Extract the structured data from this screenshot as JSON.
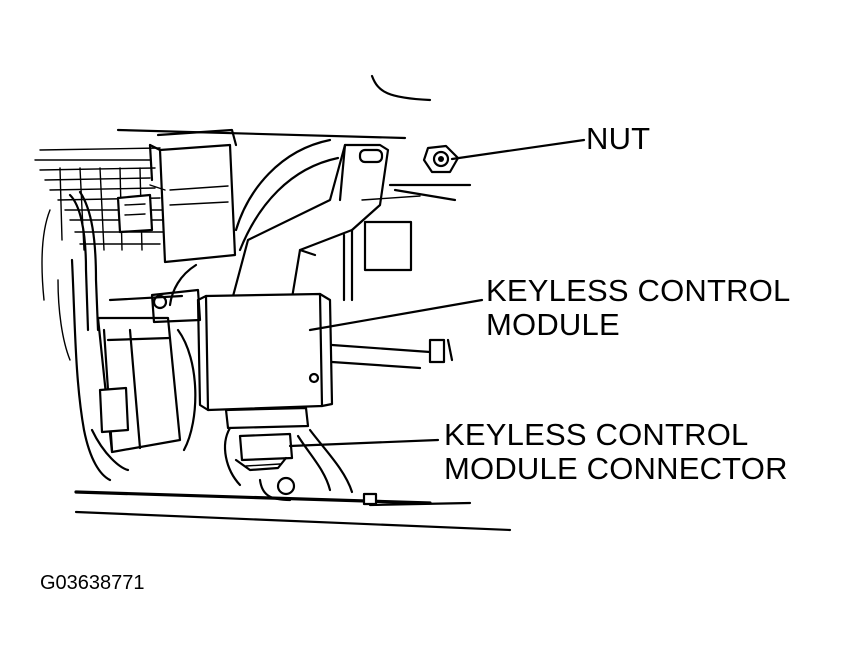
{
  "callouts": {
    "nut": {
      "lines": [
        "NUT"
      ]
    },
    "module": {
      "lines": [
        "KEYLESS CONTROL",
        "MODULE"
      ]
    },
    "connector": {
      "lines": [
        "KEYLESS CONTROL",
        "MODULE CONNECTOR"
      ]
    }
  },
  "figure_id": "G03638771",
  "colors": {
    "ink": "#000000",
    "background": "#ffffff"
  }
}
